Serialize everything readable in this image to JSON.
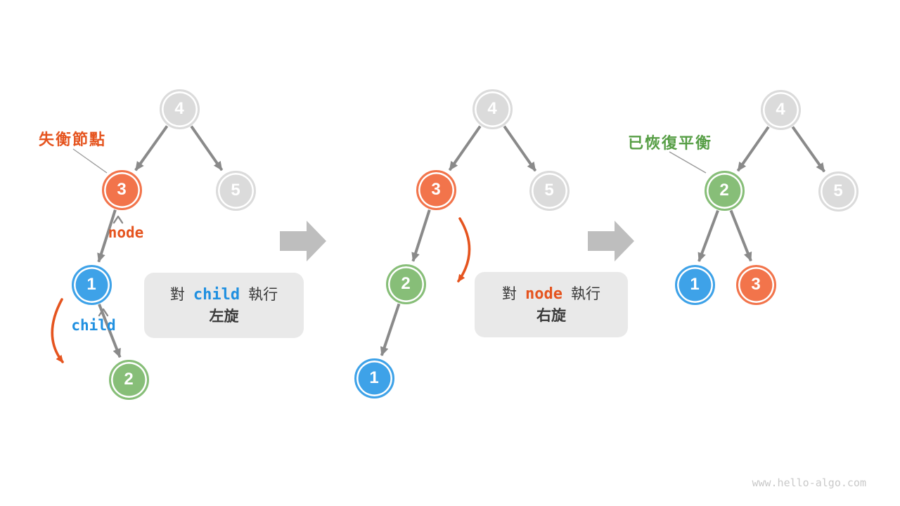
{
  "diagram": {
    "labels": {
      "unbalanced_node": "失衡節點",
      "node_pointer": "node",
      "child_pointer": "child",
      "rebalanced": "已恢復平衡"
    },
    "steps": [
      {
        "prefix": "對",
        "target": "child",
        "suffix": "執行",
        "action": "左旋"
      },
      {
        "prefix": "對",
        "target": "node",
        "suffix": "執行",
        "action": "右旋"
      }
    ],
    "trees": [
      {
        "stage": "before-left-rotation",
        "nodes": [
          {
            "value": 4,
            "color": "gray"
          },
          {
            "value": 3,
            "color": "orange"
          },
          {
            "value": 5,
            "color": "gray"
          },
          {
            "value": 1,
            "color": "blue"
          },
          {
            "value": 2,
            "color": "green"
          }
        ],
        "edges": [
          [
            4,
            3
          ],
          [
            4,
            5
          ],
          [
            3,
            1
          ],
          [
            1,
            2
          ]
        ]
      },
      {
        "stage": "after-left-rotation",
        "nodes": [
          {
            "value": 4,
            "color": "gray"
          },
          {
            "value": 3,
            "color": "orange"
          },
          {
            "value": 5,
            "color": "gray"
          },
          {
            "value": 2,
            "color": "green"
          },
          {
            "value": 1,
            "color": "blue"
          }
        ],
        "edges": [
          [
            4,
            3
          ],
          [
            4,
            5
          ],
          [
            3,
            2
          ],
          [
            2,
            1
          ]
        ]
      },
      {
        "stage": "after-right-rotation-balanced",
        "nodes": [
          {
            "value": 4,
            "color": "gray"
          },
          {
            "value": 2,
            "color": "green"
          },
          {
            "value": 5,
            "color": "gray"
          },
          {
            "value": 1,
            "color": "blue"
          },
          {
            "value": 3,
            "color": "orange"
          }
        ],
        "edges": [
          [
            4,
            2
          ],
          [
            4,
            5
          ],
          [
            2,
            1
          ],
          [
            2,
            3
          ]
        ]
      }
    ],
    "watermark": "www.hello-algo.com",
    "colors": {
      "node-orange": "#F2744B",
      "node-blue": "#3EA2E8",
      "node-green": "#87BE78",
      "node-gray": "#DBDBDB",
      "accent-orange": "#E5541F",
      "accent-blue": "#2090E0",
      "accent-green": "#569E45",
      "edge-gray": "#8A8A8A",
      "big-arrow-gray": "#BEBEBE",
      "pointer-gray": "#999999",
      "box-bg": "#E9E9E9",
      "box-text": "#3B3B3B",
      "watermark-gray": "#C9C9C9"
    }
  }
}
